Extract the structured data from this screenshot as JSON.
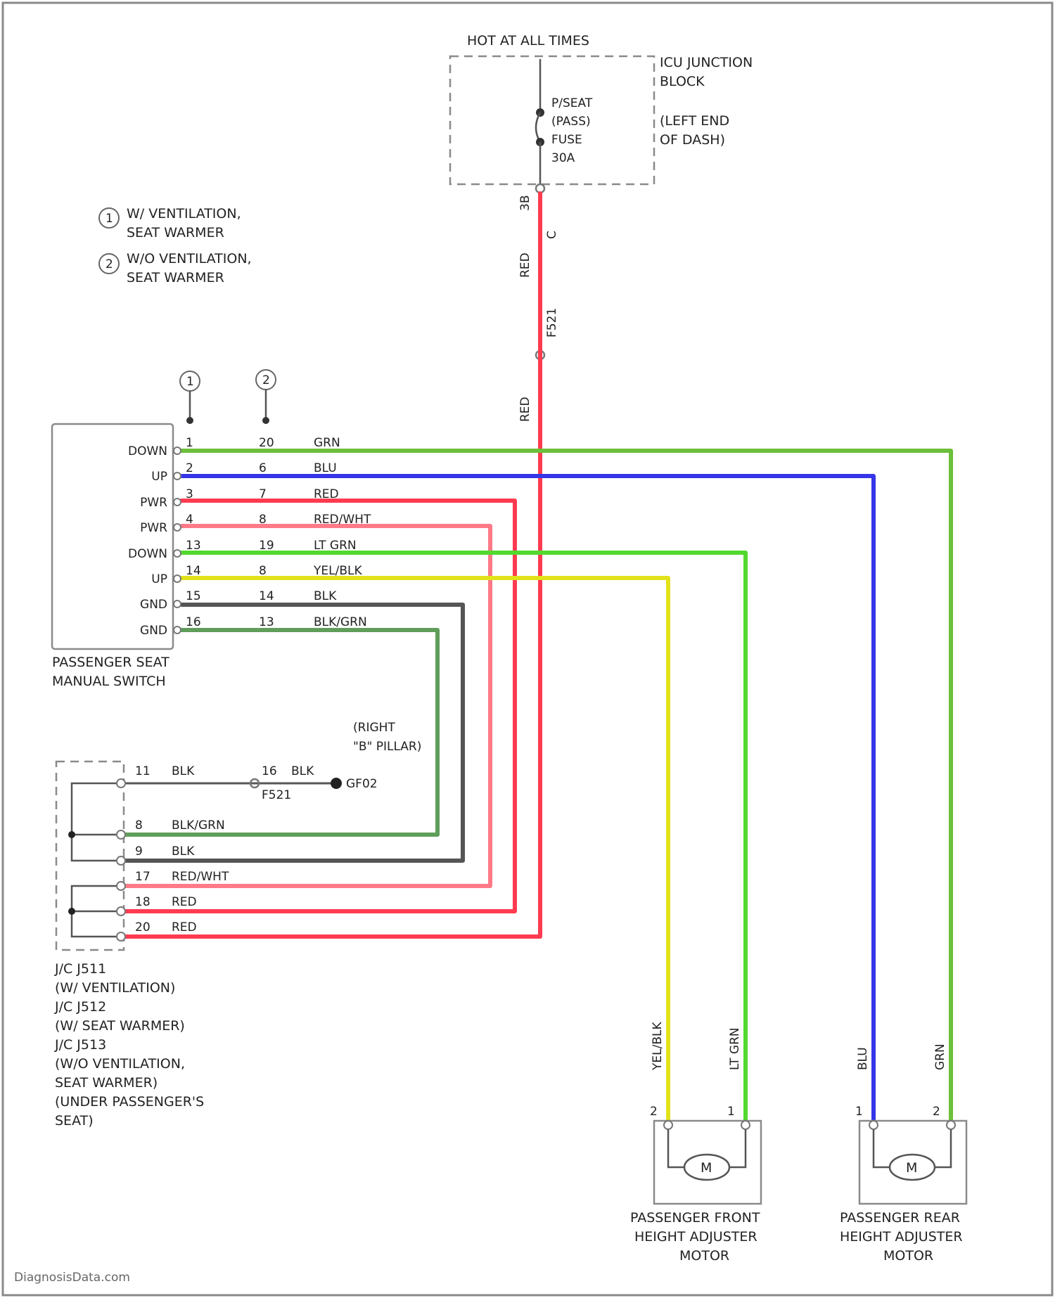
{
  "colors": {
    "red": "#ff3b4f",
    "light_red": "#ff7a86",
    "green": "#52d82e",
    "olive_green": "#6cbf3a",
    "blue": "#3535e8",
    "yellow": "#e2e21a",
    "black": "#444444",
    "blk_grn": "#5f9e5a",
    "frame": "#8a8a8a"
  },
  "fuse_block": {
    "header": "HOT AT ALL TIMES",
    "name_lines": [
      "ICU JUNCTION",
      "BLOCK"
    ],
    "location_lines": [
      "(LEFT END",
      "OF DASH)"
    ],
    "fuse_lines": [
      "P/SEAT",
      "(PASS)",
      "FUSE",
      "30A"
    ],
    "pin": "3B",
    "pin_right": "C",
    "wire_label_top": "RED",
    "splice_label": "F521",
    "wire_label_mid": "RED",
    "wire_label_low": "RED"
  },
  "legend": [
    {
      "marker": "1",
      "lines": [
        "W/ VENTILATION,",
        "SEAT WARMER"
      ]
    },
    {
      "marker": "2",
      "lines": [
        "W/O VENTILATION,",
        "SEAT WARMER"
      ]
    }
  ],
  "switch": {
    "terminals": [
      "DOWN",
      "UP",
      "PWR",
      "PWR",
      "DOWN",
      "UP",
      "GND",
      "GND"
    ],
    "col1_marker": "1",
    "col2_marker": "2",
    "pins_col1": [
      "1",
      "2",
      "3",
      "4",
      "13",
      "14",
      "15",
      "16"
    ],
    "pins_col2": [
      "20",
      "6",
      "7",
      "8",
      "19",
      "8",
      "14",
      "13"
    ],
    "wire_colors": [
      "GRN",
      "BLU",
      "RED",
      "RED/WHT",
      "LT GRN",
      "YEL/BLK",
      "BLK",
      "BLK/GRN"
    ],
    "name_lines": [
      "PASSENGER SEAT",
      "MANUAL SWITCH"
    ]
  },
  "ground": {
    "location_lines": [
      "(RIGHT",
      "\"B\" PILLAR)"
    ],
    "id": "GF02",
    "splice": "F521",
    "pin_a": "11",
    "wire_a": "BLK",
    "pin_b": "16",
    "wire_b": "BLK"
  },
  "jc": {
    "rows": [
      {
        "pin": "8",
        "color": "BLK/GRN"
      },
      {
        "pin": "9",
        "color": "BLK"
      },
      {
        "pin": "17",
        "color": "RED/WHT"
      },
      {
        "pin": "18",
        "color": "RED"
      },
      {
        "pin": "20",
        "color": "RED"
      }
    ],
    "name_lines": [
      "J/C J511",
      "(W/ VENTILATION)",
      "J/C J512",
      "(W/ SEAT WARMER)",
      "J/C J513",
      "(W/O VENTILATION,",
      "SEAT WARMER)",
      "(UNDER PASSENGER'S",
      "SEAT)"
    ]
  },
  "motors": [
    {
      "symbol": "M",
      "name_lines": [
        "PASSENGER FRONT",
        "HEIGHT ADJUSTER",
        "MOTOR"
      ],
      "pin_left": "2",
      "pin_right": "1",
      "wire_left": "YEL/BLK",
      "wire_right": "LT GRN"
    },
    {
      "symbol": "M",
      "name_lines": [
        "PASSENGER REAR",
        "HEIGHT ADJUSTER",
        "MOTOR"
      ],
      "pin_left": "1",
      "pin_right": "2",
      "wire_left": "BLU",
      "wire_right": "GRN"
    }
  ],
  "watermark": "DiagnosisData.com"
}
